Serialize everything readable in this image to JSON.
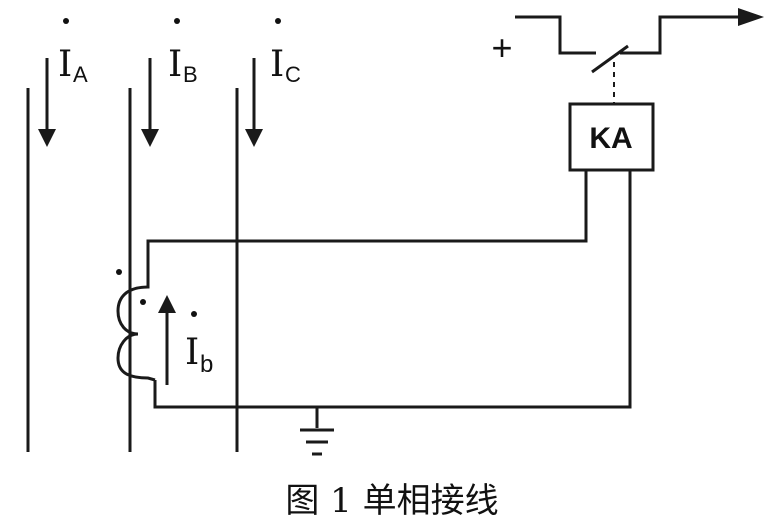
{
  "currents": {
    "ia": {
      "symbol": "I",
      "sub": "A"
    },
    "ib_line": {
      "symbol": "I",
      "sub": "B"
    },
    "ic": {
      "symbol": "I",
      "sub": "C"
    },
    "ib_secondary": {
      "symbol": "I",
      "sub": "b"
    }
  },
  "relay": {
    "label": "KA"
  },
  "supply": {
    "polarity": "+"
  },
  "caption": "图 1 单相接线",
  "colors": {
    "ink": "#1a1a1a",
    "background": "#ffffff"
  },
  "icons": [
    "ground-icon",
    "arrow-head-icon",
    "polarity-dot-icon",
    "ct-coil-icon",
    "relay-contact-icon"
  ]
}
